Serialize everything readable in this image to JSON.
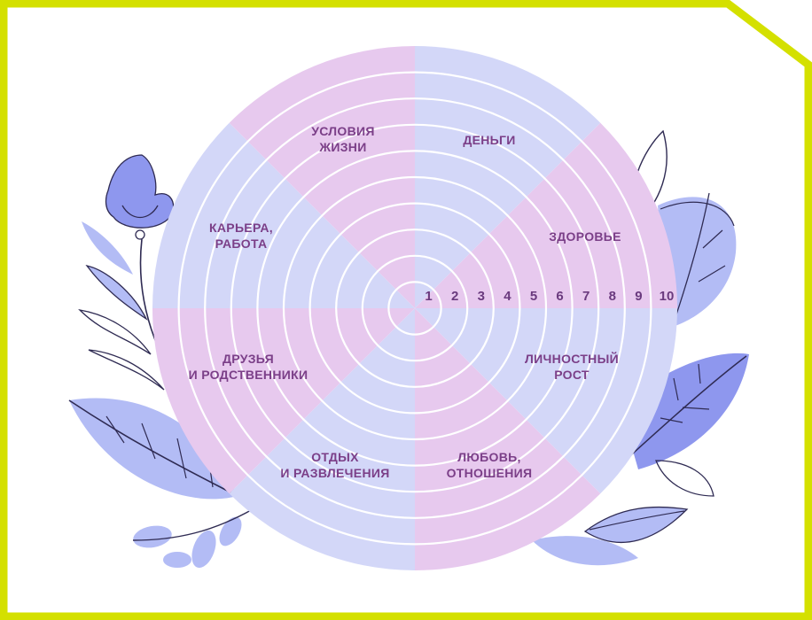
{
  "sectors": [
    {
      "id": "money",
      "lines": [
        "ДЕНЬГИ"
      ]
    },
    {
      "id": "health",
      "lines": [
        "ЗДОРОВЬЕ"
      ]
    },
    {
      "id": "growth",
      "lines": [
        "ЛИЧНОСТНЫЙ",
        "РОСТ"
      ]
    },
    {
      "id": "love",
      "lines": [
        "ЛЮБОВЬ,",
        "ОТНОШЕНИЯ"
      ]
    },
    {
      "id": "leisure",
      "lines": [
        "ОТДЫХ",
        "И РАЗВЛЕЧЕНИЯ"
      ]
    },
    {
      "id": "friends",
      "lines": [
        "ДРУЗЬЯ",
        "И РОДСТВЕННИКИ"
      ]
    },
    {
      "id": "career",
      "lines": [
        "КАРЬЕРА,",
        "РАБОТА"
      ]
    },
    {
      "id": "living",
      "lines": [
        "УСЛОВИЯ",
        "ЖИЗНИ"
      ]
    }
  ],
  "scale": [
    "1",
    "2",
    "3",
    "4",
    "5",
    "6",
    "7",
    "8",
    "9",
    "10"
  ],
  "colors": {
    "frame": "#d4e000",
    "sector_pink": "#e7c9ee",
    "sector_blue": "#d3d7f8",
    "ring_line": "#ffffff",
    "text": "#7b3f88",
    "leaf_fill": "#b3bcf5",
    "leaf_dark": "#8e97ee",
    "leaf_line": "#2f2b53"
  }
}
